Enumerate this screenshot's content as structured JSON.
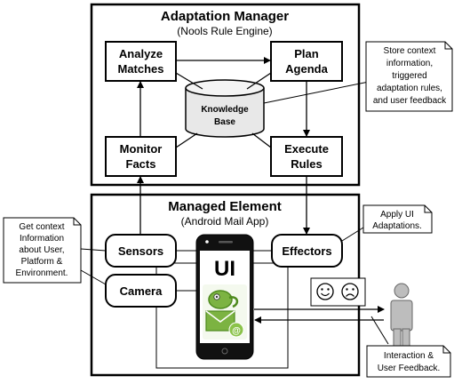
{
  "colors": {
    "stroke": "#000000",
    "fill": "#ffffff",
    "phone_body": "#111111",
    "phone_screen": "#ffffff",
    "db_fill": "#e8e8e8",
    "person_fill": "#bdbdbd",
    "icon_green": "#7cb342",
    "icon_green_dark": "#4e8a1e"
  },
  "adaptation_manager": {
    "title": "Adaptation Manager",
    "subtitle": "(Nools Rule Engine)",
    "analyze": [
      "Analyze",
      "Matches"
    ],
    "plan": [
      "Plan",
      "Agenda"
    ],
    "monitor": [
      "Monitor",
      "Facts"
    ],
    "execute": [
      "Execute",
      "Rules"
    ],
    "kb": [
      "Knowledge",
      "Base"
    ]
  },
  "managed_element": {
    "title": "Managed Element",
    "subtitle": "(Android Mail App)",
    "sensors": "Sensors",
    "camera": "Camera",
    "effectors": "Effectors",
    "ui_label": "UI"
  },
  "notes": {
    "store": [
      "Store context",
      "information,",
      "triggered",
      "adaptation rules,",
      "and user feedback"
    ],
    "context": [
      "Get context",
      "Information",
      "about User,",
      "Platform &",
      "Environment."
    ],
    "apply": [
      "Apply UI",
      "Adaptations."
    ],
    "interaction": [
      "Interaction &",
      "User Feedback."
    ]
  },
  "icons": {
    "smile": "smiling-face-icon",
    "frown": "frowning-face-icon",
    "person": "person-icon",
    "logo": "chameleon-mail-logo"
  }
}
